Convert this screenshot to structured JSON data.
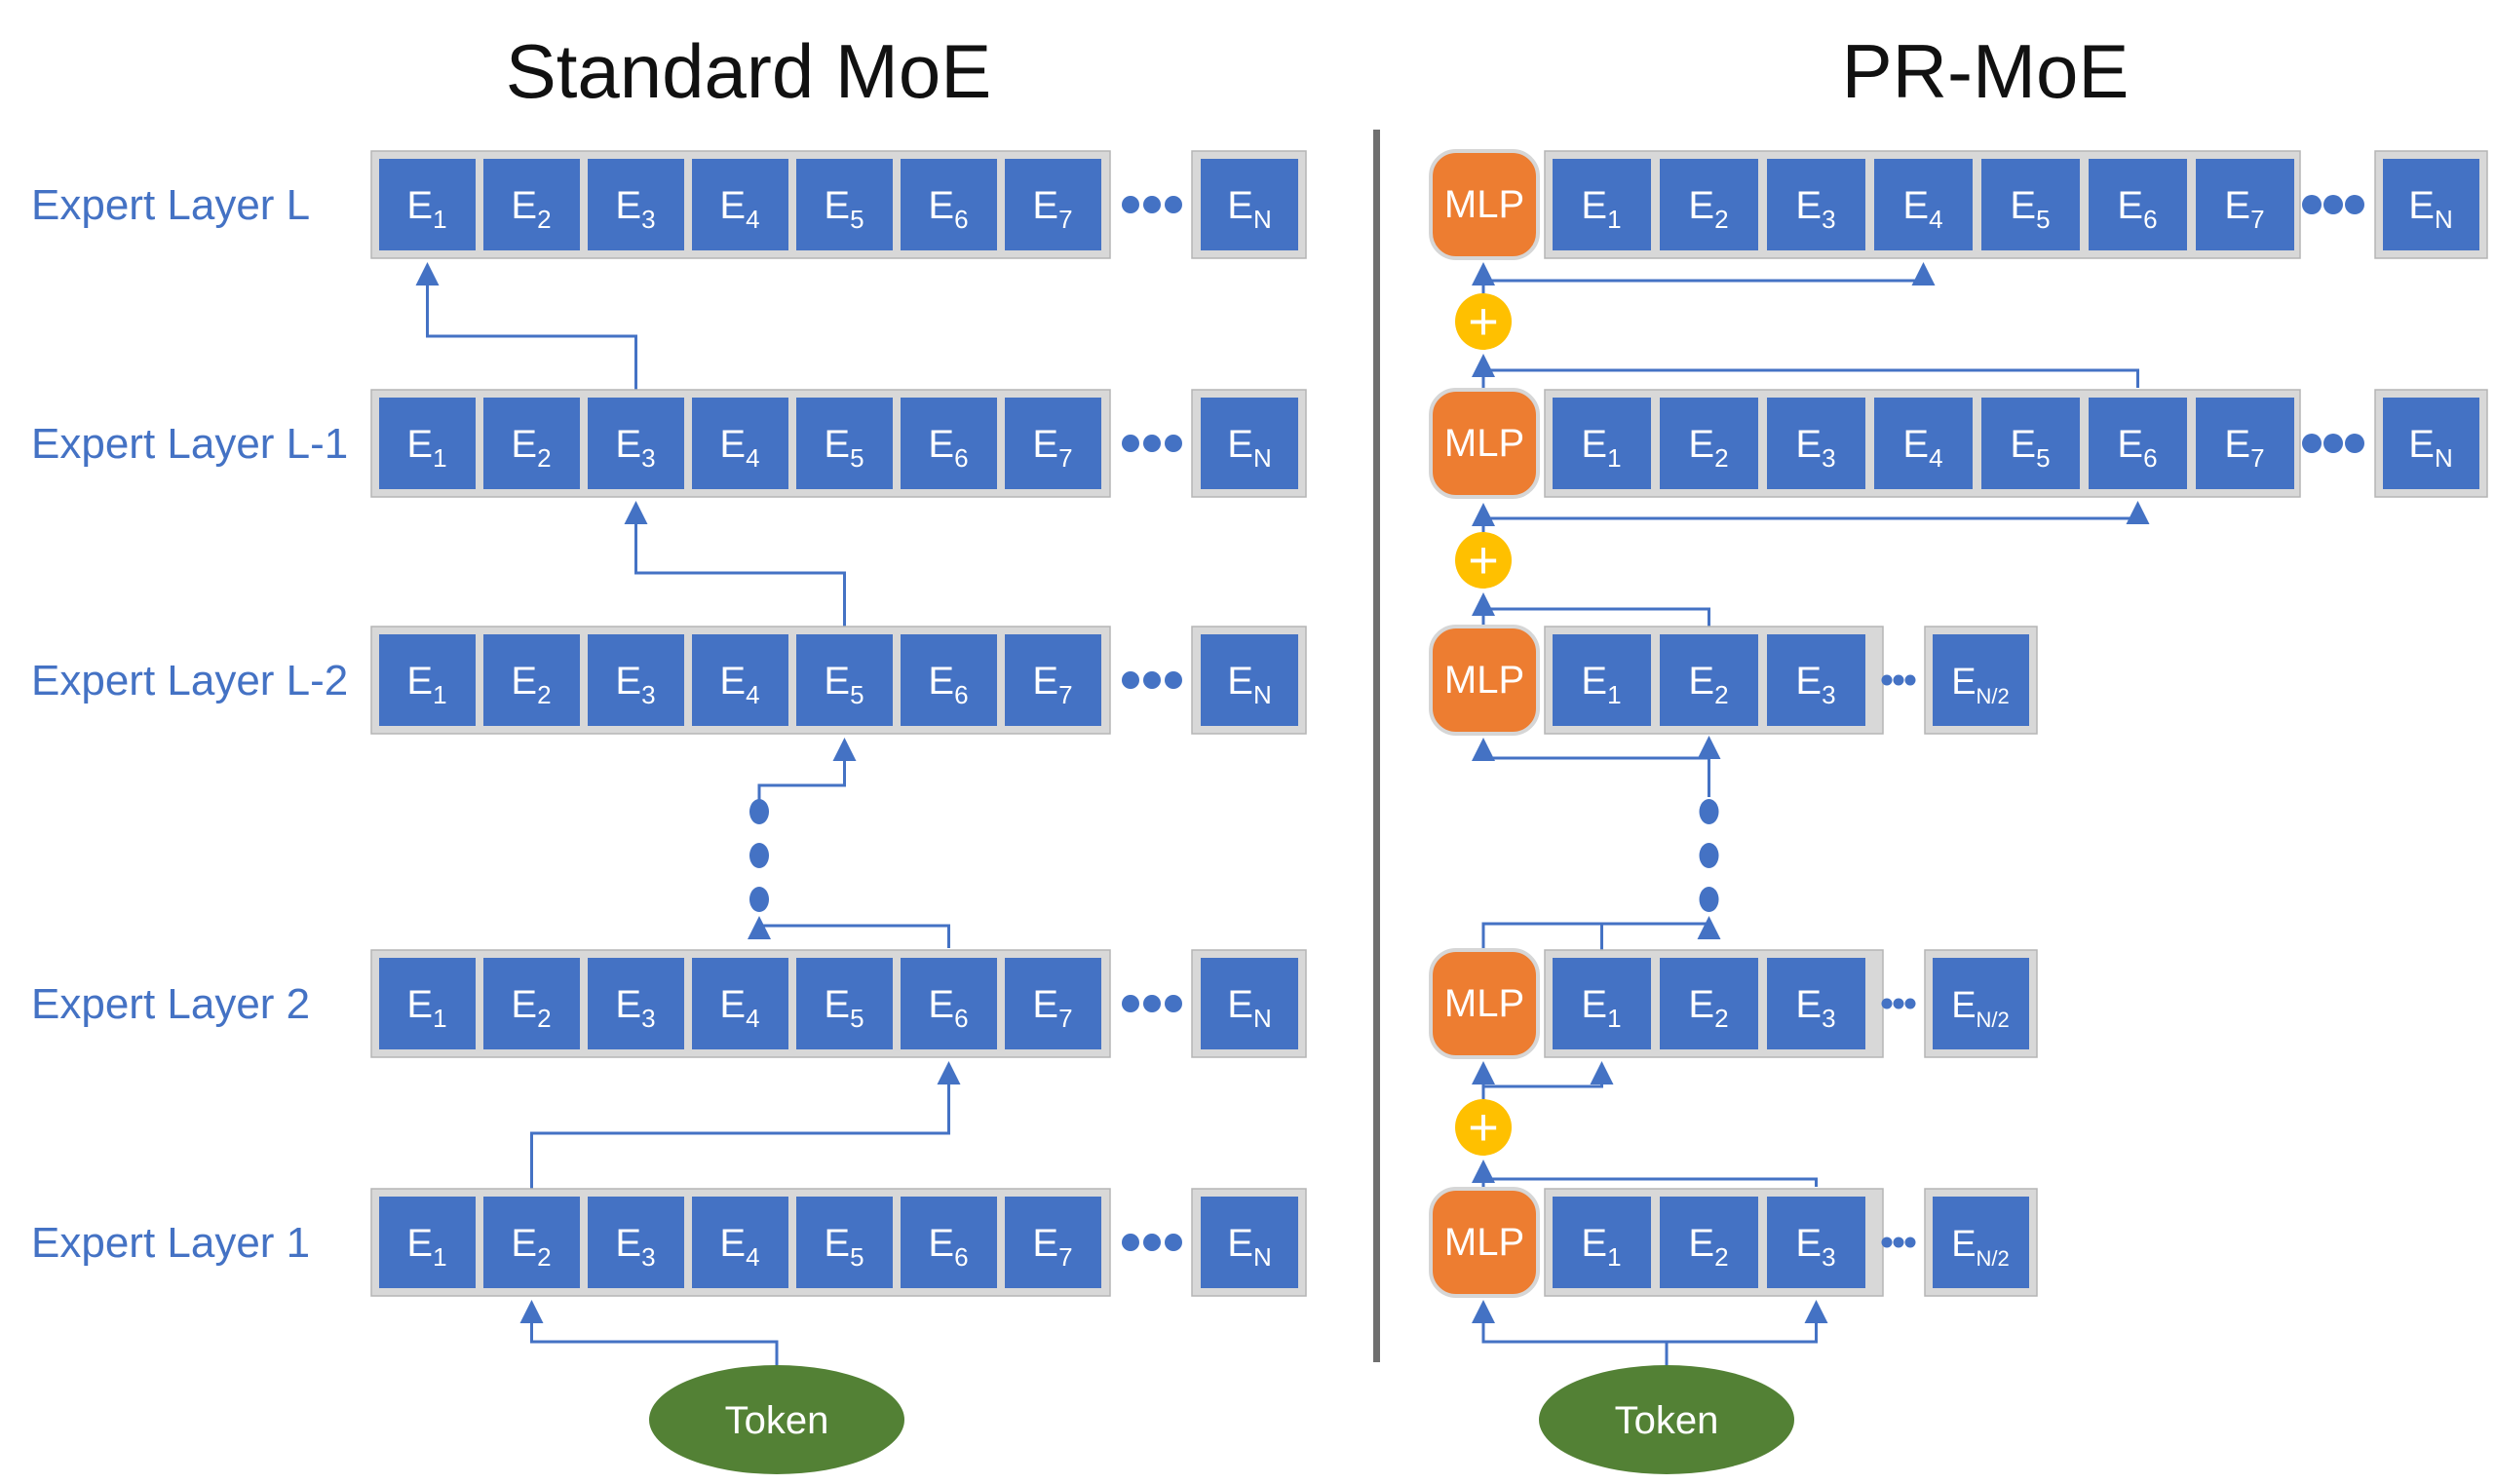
{
  "titles": {
    "left": "Standard MoE",
    "right": "PR-MoE"
  },
  "colors": {
    "expert_blue": "#4472C4",
    "frame_gray": "#D8D8D8",
    "frame_border": "#B5B5B5",
    "mlp_orange": "#ED7D31",
    "mlp_border": "#D6D6D6",
    "plus_yellow": "#FFC000",
    "token_green": "#538135",
    "arrow_blue": "#4472C4",
    "divider_gray": "#6F6F6F",
    "label_blue": "#4472C4",
    "box_text": "#FFFFFF"
  },
  "left_panel": {
    "row_labels": [
      "Expert Layer L",
      "Expert Layer L-1",
      "Expert Layer L-2",
      "Expert Layer 2",
      "Expert Layer 1"
    ],
    "rows": [
      {
        "experts": [
          {
            "base": "E",
            "sub": "1"
          },
          {
            "base": "E",
            "sub": "2"
          },
          {
            "base": "E",
            "sub": "3"
          },
          {
            "base": "E",
            "sub": "4"
          },
          {
            "base": "E",
            "sub": "5"
          },
          {
            "base": "E",
            "sub": "6"
          },
          {
            "base": "E",
            "sub": "7"
          }
        ],
        "tail": {
          "base": "E",
          "sub": "N"
        }
      },
      {
        "experts": [
          {
            "base": "E",
            "sub": "1"
          },
          {
            "base": "E",
            "sub": "2"
          },
          {
            "base": "E",
            "sub": "3"
          },
          {
            "base": "E",
            "sub": "4"
          },
          {
            "base": "E",
            "sub": "5"
          },
          {
            "base": "E",
            "sub": "6"
          },
          {
            "base": "E",
            "sub": "7"
          }
        ],
        "tail": {
          "base": "E",
          "sub": "N"
        }
      },
      {
        "experts": [
          {
            "base": "E",
            "sub": "1"
          },
          {
            "base": "E",
            "sub": "2"
          },
          {
            "base": "E",
            "sub": "3"
          },
          {
            "base": "E",
            "sub": "4"
          },
          {
            "base": "E",
            "sub": "5"
          },
          {
            "base": "E",
            "sub": "6"
          },
          {
            "base": "E",
            "sub": "7"
          }
        ],
        "tail": {
          "base": "E",
          "sub": "N"
        }
      },
      {
        "experts": [
          {
            "base": "E",
            "sub": "1"
          },
          {
            "base": "E",
            "sub": "2"
          },
          {
            "base": "E",
            "sub": "3"
          },
          {
            "base": "E",
            "sub": "4"
          },
          {
            "base": "E",
            "sub": "5"
          },
          {
            "base": "E",
            "sub": "6"
          },
          {
            "base": "E",
            "sub": "7"
          }
        ],
        "tail": {
          "base": "E",
          "sub": "N"
        }
      },
      {
        "experts": [
          {
            "base": "E",
            "sub": "1"
          },
          {
            "base": "E",
            "sub": "2"
          },
          {
            "base": "E",
            "sub": "3"
          },
          {
            "base": "E",
            "sub": "4"
          },
          {
            "base": "E",
            "sub": "5"
          },
          {
            "base": "E",
            "sub": "6"
          },
          {
            "base": "E",
            "sub": "7"
          }
        ],
        "tail": {
          "base": "E",
          "sub": "N"
        }
      }
    ],
    "token_label": "Token"
  },
  "right_panel": {
    "mlp_label": "MLP",
    "plus_label": "+",
    "rows": [
      {
        "type": "long",
        "experts": [
          {
            "base": "E",
            "sub": "1"
          },
          {
            "base": "E",
            "sub": "2"
          },
          {
            "base": "E",
            "sub": "3"
          },
          {
            "base": "E",
            "sub": "4"
          },
          {
            "base": "E",
            "sub": "5"
          },
          {
            "base": "E",
            "sub": "6"
          },
          {
            "base": "E",
            "sub": "7"
          }
        ],
        "tail": {
          "base": "E",
          "sub": "N"
        }
      },
      {
        "type": "long",
        "experts": [
          {
            "base": "E",
            "sub": "1"
          },
          {
            "base": "E",
            "sub": "2"
          },
          {
            "base": "E",
            "sub": "3"
          },
          {
            "base": "E",
            "sub": "4"
          },
          {
            "base": "E",
            "sub": "5"
          },
          {
            "base": "E",
            "sub": "6"
          },
          {
            "base": "E",
            "sub": "7"
          }
        ],
        "tail": {
          "base": "E",
          "sub": "N"
        }
      },
      {
        "type": "short",
        "experts": [
          {
            "base": "E",
            "sub": "1"
          },
          {
            "base": "E",
            "sub": "2"
          },
          {
            "base": "E",
            "sub": "3"
          }
        ],
        "tail": {
          "base": "E",
          "sub": "N/2"
        }
      },
      {
        "type": "short",
        "experts": [
          {
            "base": "E",
            "sub": "1"
          },
          {
            "base": "E",
            "sub": "2"
          },
          {
            "base": "E",
            "sub": "3"
          }
        ],
        "tail": {
          "base": "E",
          "sub": "N/2"
        }
      },
      {
        "type": "short",
        "experts": [
          {
            "base": "E",
            "sub": "1"
          },
          {
            "base": "E",
            "sub": "2"
          },
          {
            "base": "E",
            "sub": "3"
          }
        ],
        "tail": {
          "base": "E",
          "sub": "N/2"
        }
      }
    ],
    "token_label": "Token"
  }
}
